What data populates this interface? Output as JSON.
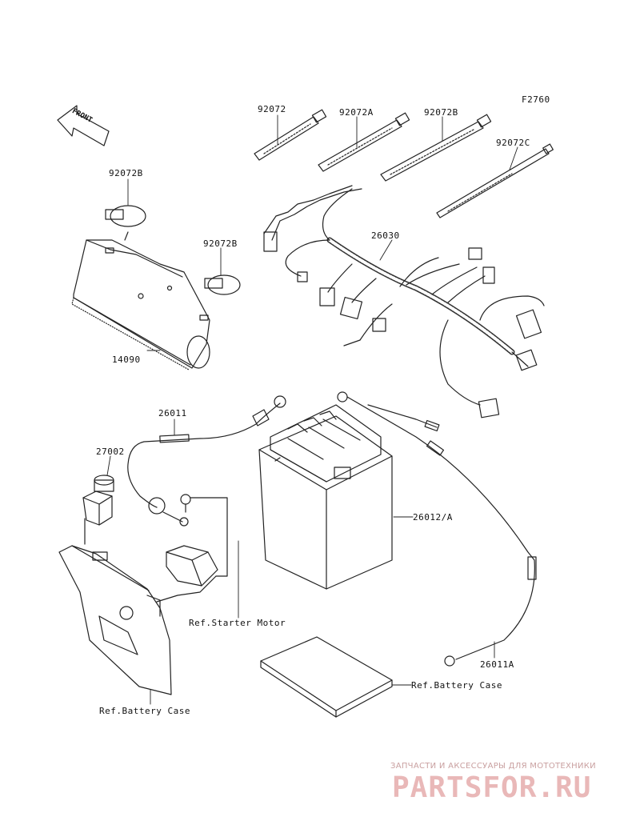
{
  "figure_code": "F2760",
  "front_label": "FRONT",
  "parts": {
    "tie_92072": "92072",
    "tie_92072a": "92072A",
    "tie_92072b_top": "92072B",
    "tie_92072c": "92072C",
    "clip_92072b_left": "92072B",
    "clip_92072b_right": "92072B",
    "cover_14090": "14090",
    "harness_26030": "26030",
    "cable_26011": "26011",
    "relay_27002": "27002",
    "battery_26012": "26012/A",
    "cable_26011a": "26011A"
  },
  "refs": {
    "starter_motor": "Ref.Starter Motor",
    "battery_case_right": "Ref.Battery Case",
    "battery_case_left": "Ref.Battery Case"
  },
  "watermark": {
    "tagline": "ЗАПЧАСТИ И АКСЕССУАРЫ ДЛЯ МОТОТЕХНИКИ",
    "brand": "PARTSFOR.RU"
  }
}
